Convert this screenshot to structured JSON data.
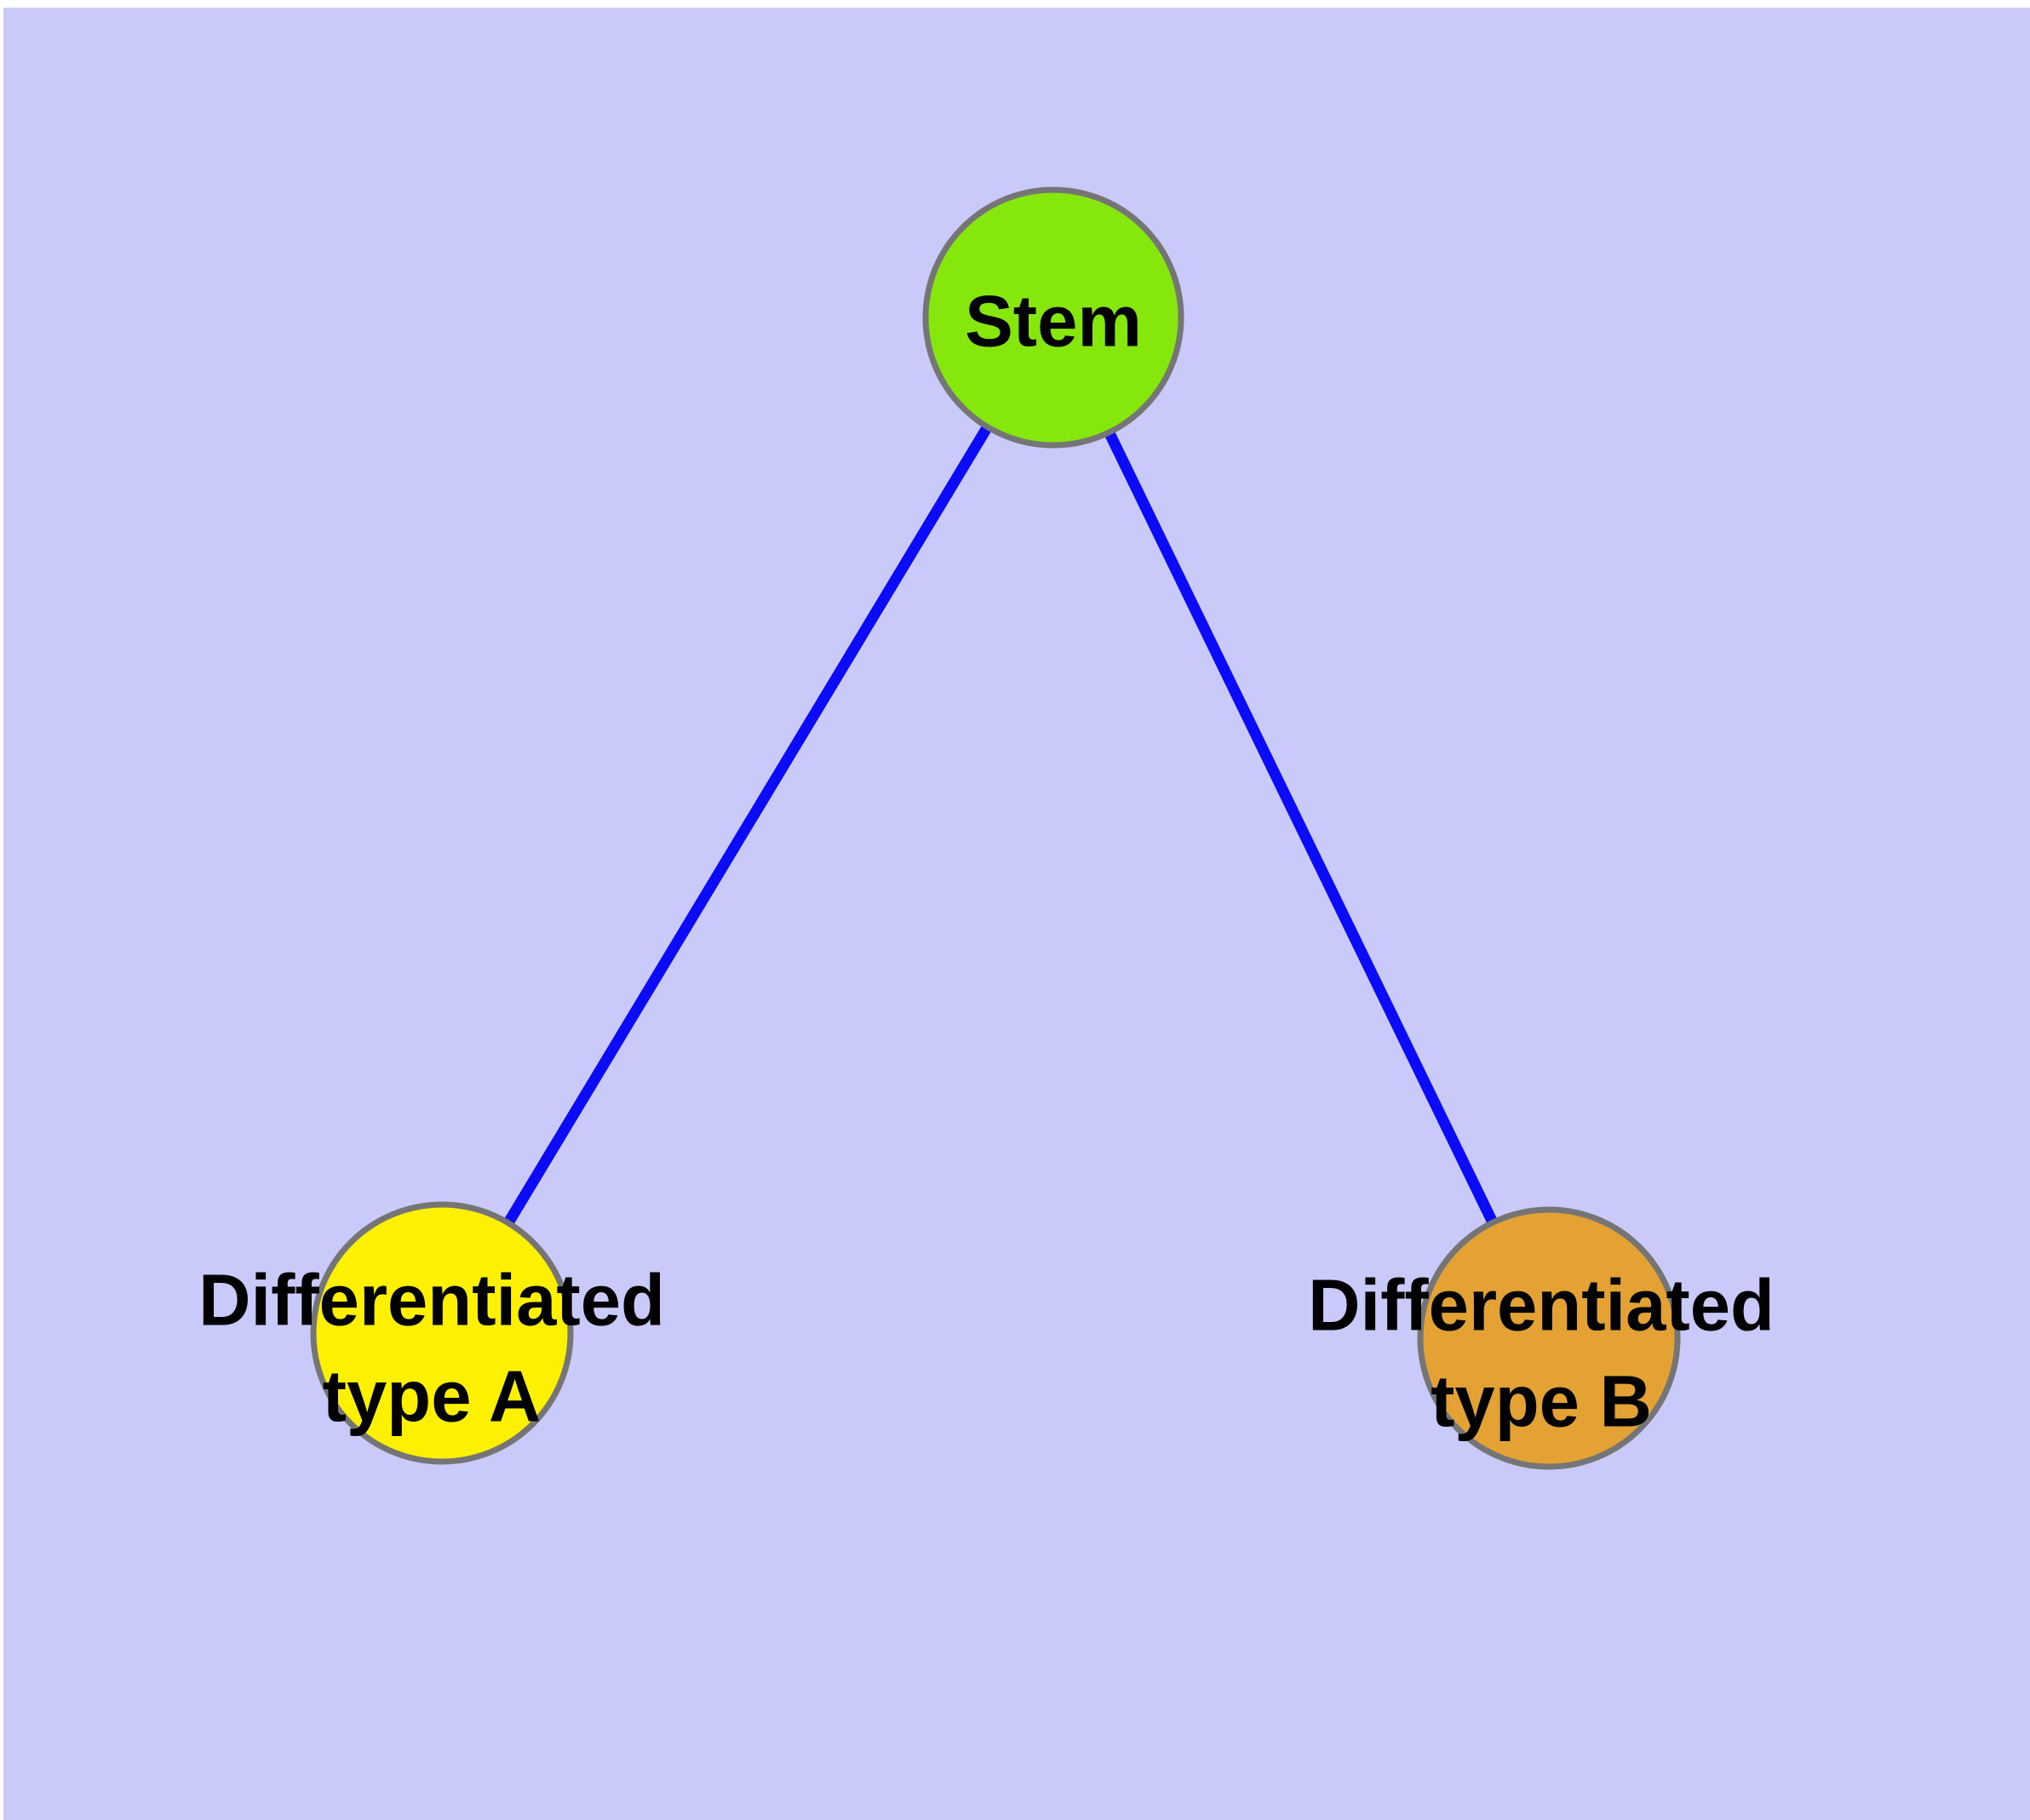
{
  "diagram": {
    "type": "node-link-graph",
    "description": "Cell differentiation tree: Stem node linked to two differentiated cell type nodes"
  },
  "nodes": {
    "stem": {
      "label": "Stem",
      "color": "#86e70c"
    },
    "type_a": {
      "label_line1": "Differentiated",
      "label_line2": "type A",
      "label_full": "Differentiated type A",
      "color": "#fdf000"
    },
    "type_b": {
      "label_line1": "Differentiated",
      "label_line2": "type B",
      "label_full": "Differentiated type B",
      "color": "#e3a233"
    }
  },
  "edges": [
    {
      "from": "Stem",
      "to": "Differentiated type A"
    },
    {
      "from": "Stem",
      "to": "Differentiated type B"
    }
  ],
  "colors": {
    "background": "#cacafa",
    "page_margin": "#ffffff",
    "edge": "#0b0bf7",
    "node_border": "#757575",
    "label_text": "#000000"
  }
}
